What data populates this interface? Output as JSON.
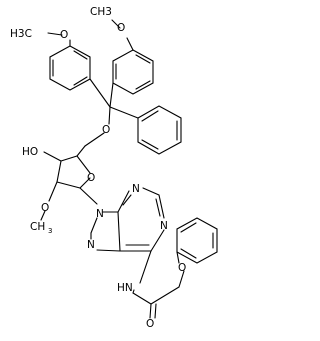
{
  "molecule": {
    "atoms": {
      "methoxy_left": "H3C",
      "o_left": "O",
      "methoxy_right": "CH3",
      "o_right": "O",
      "o_trityl": "O",
      "ho": "HO",
      "o_ring": "O",
      "o_methoxy_sugar": "O",
      "ch3_sugar": "CH",
      "ch3_sugar_sub": "3",
      "n9": "N",
      "n7": "N",
      "n3": "N",
      "n1": "N",
      "nh": "HN",
      "o_ether": "O",
      "o_carbonyl": "O"
    }
  }
}
